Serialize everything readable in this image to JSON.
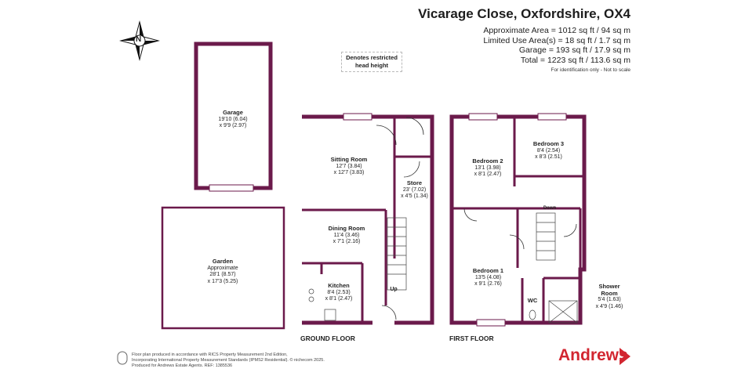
{
  "header": {
    "title": "Vicarage Close, Oxfordshire, OX4",
    "approx_area": "Approximate Area = 1012 sq ft / 94 sq m",
    "limited_use": "Limited Use Area(s) = 18 sq ft / 1.7 sq m",
    "garage": "Garage = 193 sq ft / 17.9 sq m",
    "total": "Total = 1223 sq ft / 113.6 sq m",
    "note": "For identification only - Not to scale"
  },
  "legend": {
    "restricted_line1": "Denotes restricted",
    "restricted_line2": "head height"
  },
  "compass": {
    "letter": "N"
  },
  "rooms": {
    "garage": {
      "name": "Garage",
      "l1": "19'10 (6.04)",
      "l2": "x 9'9 (2.97)"
    },
    "garden": {
      "name": "Garden",
      "l1": "Approximate",
      "l2": "28'1 (8.57)",
      "l3": "x 17'3 (5.25)"
    },
    "sitting": {
      "name": "Sitting Room",
      "l1": "12'7 (3.84)",
      "l2": "x 12'7 (3.83)"
    },
    "store": {
      "name": "Store",
      "l1": "23' (7.02)",
      "l2": "x 4'5 (1.34)"
    },
    "dining": {
      "name": "Dining Room",
      "l1": "11'4 (3.46)",
      "l2": "x 7'1 (2.16)"
    },
    "kitchen": {
      "name": "Kitchen",
      "l1": "8'4 (2.53)",
      "l2": "x 8'1 (2.47)"
    },
    "bedroom2": {
      "name": "Bedroom 2",
      "l1": "13'1 (3.98)",
      "l2": "x 8'1 (2.47)"
    },
    "bedroom3": {
      "name": "Bedroom 3",
      "l1": "8'4 (2.54)",
      "l2": "x 8'3 (2.51)"
    },
    "bedroom1": {
      "name": "Bedroom 1",
      "l1": "13'5 (4.08)",
      "l2": "x 9'1 (2.76)"
    },
    "shower": {
      "name1": "Shower",
      "name2": "Room",
      "l1": "5'4 (1.63)",
      "l2": "x 4'9 (1.46)"
    },
    "wc": {
      "name": "WC"
    },
    "up": "Up",
    "down": "Down"
  },
  "floors": {
    "ground": "GROUND FLOOR",
    "first": "FIRST FLOOR"
  },
  "footer": {
    "line1": "Floor plan produced in accordance with RICS Property Measurement 2nd Edition,",
    "line2": "Incorporating International Property Measurement Standards (IPMS2 Residential).  © nichecom 2025.",
    "line3": "Produced for Andrews Estate Agents.   REF: 1385536"
  },
  "brand": {
    "name": "Andrews",
    "color": "#d22630"
  },
  "colors": {
    "wall": "#6b1a4b"
  }
}
